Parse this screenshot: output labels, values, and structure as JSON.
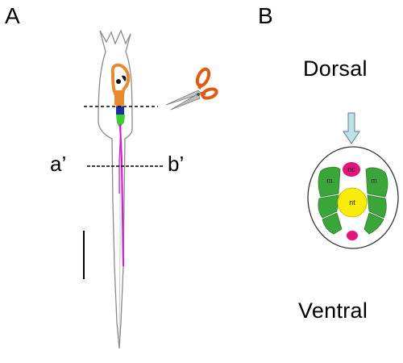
{
  "panel_a": {
    "label": "A",
    "section_start_label": "a’",
    "section_end_label": "b’",
    "icons": [
      "scissors-icon"
    ]
  },
  "panel_b": {
    "label": "B",
    "dorsal_label": "Dorsal",
    "ventral_label": "Ventral",
    "notochord_label": "nc",
    "neural_tube_label": "nt",
    "muscle_left_label": "m",
    "muscle_right_label": "m",
    "icons": [
      "down-arrow-icon"
    ]
  },
  "colors": {
    "body_outline": "#777777",
    "brain": "#e8882f",
    "visceral_ganglion": "#1c2fa8",
    "tail_region": "#39d12f",
    "nerve_cord": "#d21fd2",
    "scissors_handles": "#e25a12",
    "muscle": "#3aa63a",
    "notochord": "#e4127b",
    "neural_tube": "#f7ec0a",
    "arrow": "#bfe0e6"
  }
}
